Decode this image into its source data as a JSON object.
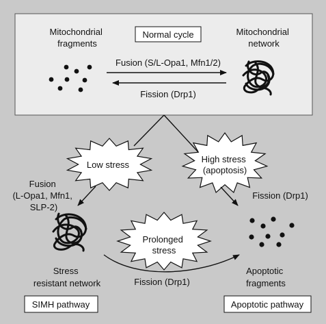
{
  "colors": {
    "outer_background": "#c9c9c9",
    "top_panel": "#ececec",
    "stroke": "#111111",
    "burst_fill": "#ffffff",
    "label_box_fill": "#ffffff"
  },
  "top_panel": {
    "left_label": [
      "Mitochondrial",
      "fragments"
    ],
    "right_label": [
      "Mitochondrial",
      "network"
    ],
    "cycle_label": "Normal cycle",
    "fusion_label": "Fusion (S/L-Opa1, Mfn1/2)",
    "fission_label": "Fission (Drp1)"
  },
  "bursts": {
    "low_stress": [
      "Low stress"
    ],
    "high_stress": [
      "High stress",
      "(apoptosis)"
    ],
    "prolonged_stress": [
      "Prolonged",
      "stress"
    ]
  },
  "left_branch": {
    "fusion_label": [
      "Fusion",
      "(L-Opa1, Mfn1,",
      "SLP-2)"
    ],
    "network_label": [
      "Stress",
      "resistant network"
    ],
    "pathway_label": "SIMH pathway"
  },
  "right_branch": {
    "fission_label": "Fission (Drp1)",
    "fragments_label": [
      "Apoptotic",
      "fragments"
    ],
    "pathway_label": "Apoptotic pathway"
  },
  "bottom_arrow_label": "Fission (Drp1)",
  "icons": [
    "mitochondrial-fragments-dots",
    "mitochondrial-network-tangle",
    "starburst",
    "arrow"
  ]
}
